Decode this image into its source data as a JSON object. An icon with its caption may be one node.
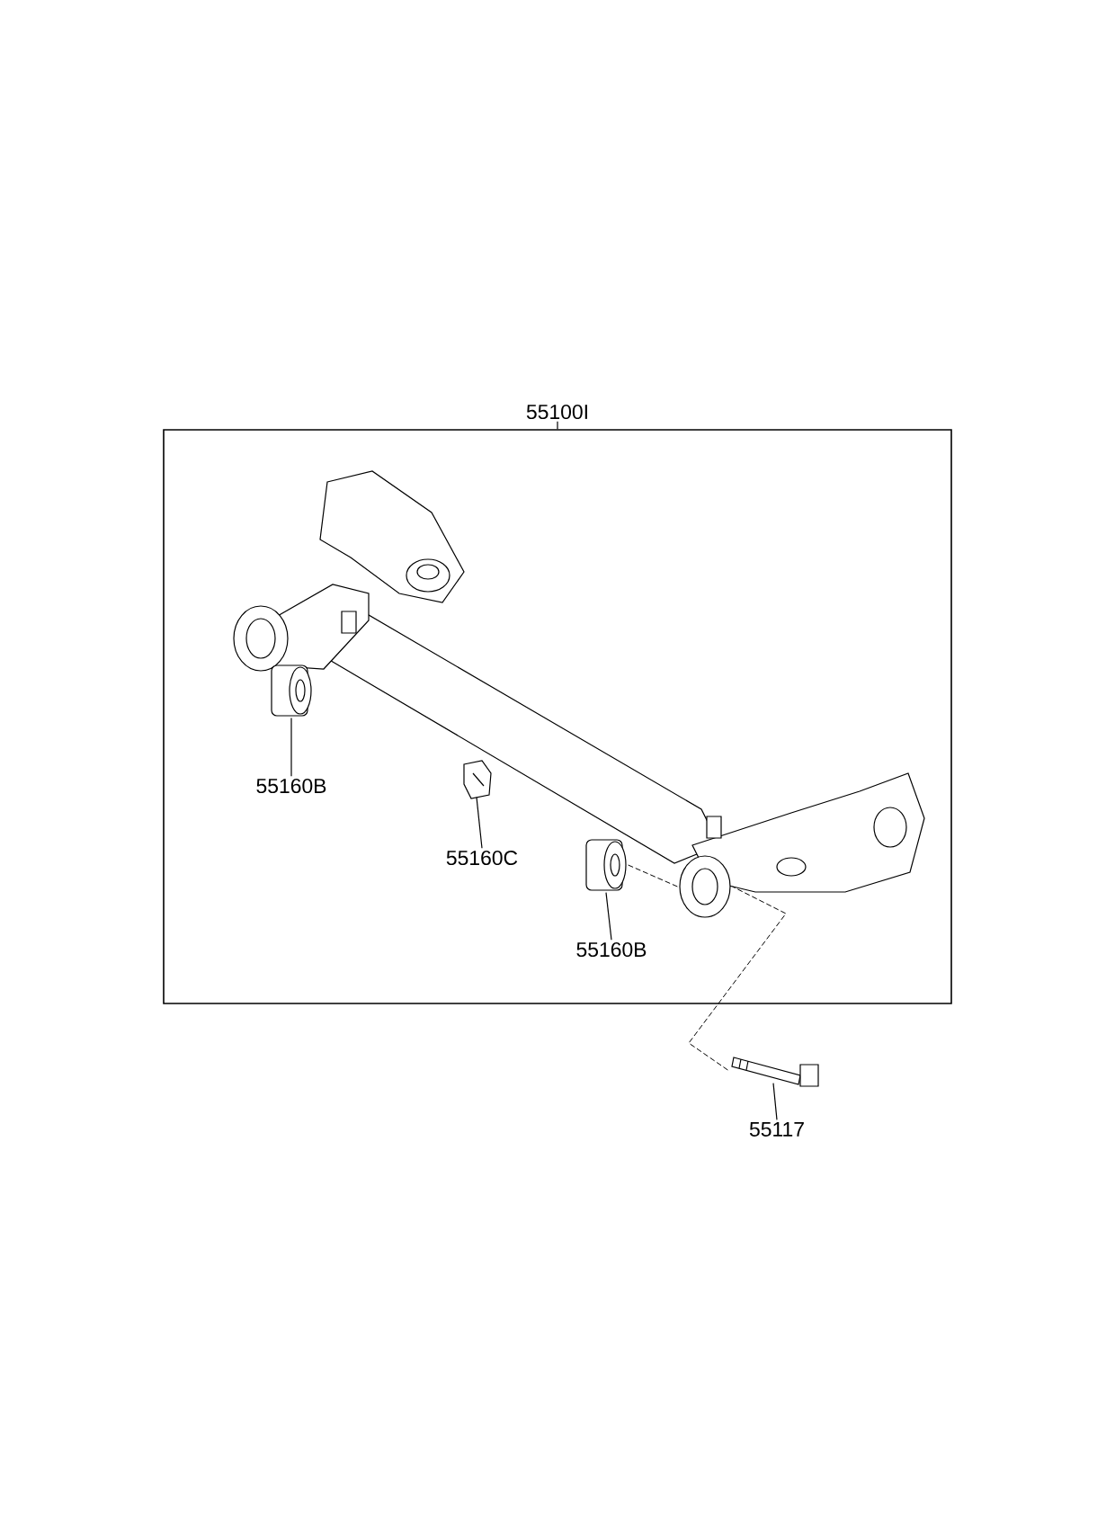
{
  "diagram": {
    "nodes": [
      {
        "text": [
          "55100I"
        ]
      },
      {
        "text": [],
        "shape": "box"
      },
      {
        "text": [],
        "shape": "picture",
        "in": 1
      },
      {
        "text": [],
        "shape": "picture",
        "in": 1
      },
      {
        "text": [
          "55160B"
        ],
        "in": 1
      },
      {
        "text": [],
        "shape": "picture",
        "in": 1
      },
      {
        "text": [
          "55160C"
        ],
        "in": 1
      },
      {
        "text": [],
        "shape": "picture",
        "in": 1
      },
      {
        "text": [
          "55160B"
        ],
        "in": 1
      },
      {
        "text": [],
        "shape": "picture"
      },
      {
        "text": [
          "55117"
        ]
      }
    ],
    "edges": [
      {
        "from": 0,
        "to": 1,
        "arrow": "none"
      },
      {
        "from": 4,
        "to": 3,
        "arrow": "none"
      },
      {
        "from": 6,
        "to": 5,
        "arrow": "none"
      },
      {
        "from": 8,
        "to": 7,
        "arrow": "none"
      },
      {
        "from": 10,
        "to": 9,
        "arrow": "none"
      },
      {
        "from": 7,
        "to": 2,
        "arrow": "none",
        "style": "dashed"
      },
      {
        "from": 9,
        "to": 2,
        "arrow": "none",
        "style": "dashed"
      }
    ]
  }
}
